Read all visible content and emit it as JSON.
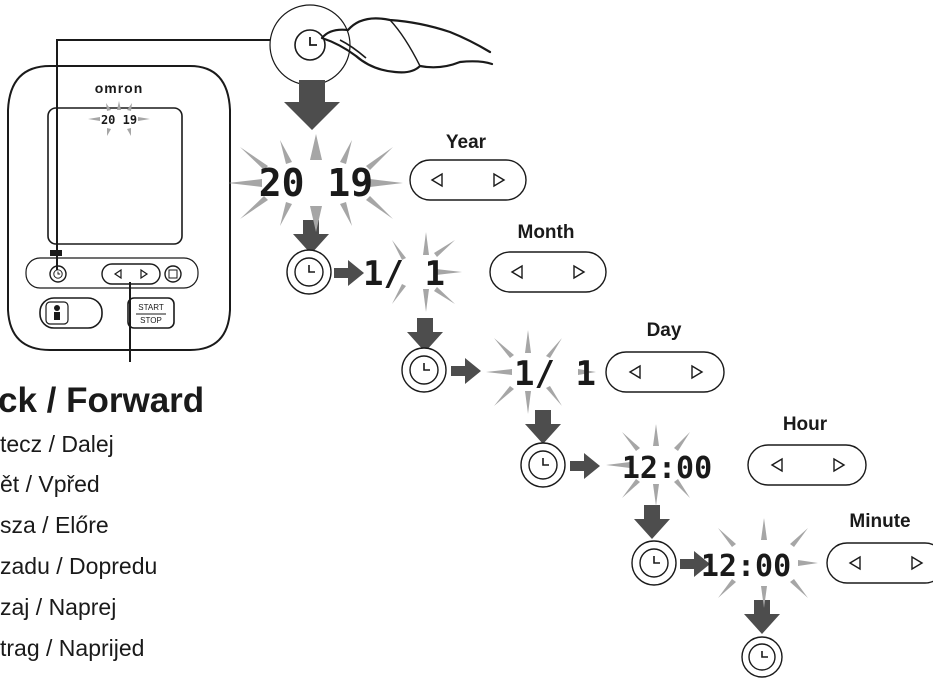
{
  "device": {
    "brand": "omron",
    "lcd_year": "20 19",
    "start_label": "START",
    "stop_label": "STOP"
  },
  "steps": [
    {
      "label": "Year",
      "value": "20 19"
    },
    {
      "label": "Month",
      "value": "1/  1"
    },
    {
      "label": "Day",
      "value": "1/  1"
    },
    {
      "label": "Hour",
      "value": "12:00"
    },
    {
      "label": "Minute",
      "value": "12:00"
    }
  ],
  "legend": {
    "title": "ck / Forward",
    "lines": [
      "tecz / Dalej",
      "ět / Vpřed",
      "sza / Előre",
      "zadu / Dopredu",
      "zaj / Naprej",
      "trag / Naprijed"
    ]
  },
  "colors": {
    "ink": "#1a1a1a",
    "arrow": "#4d4d4d",
    "rays": "#a6a6a6",
    "device_fill": "#ffffff"
  }
}
